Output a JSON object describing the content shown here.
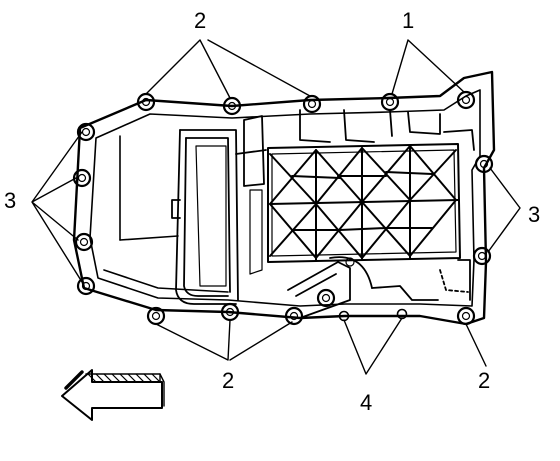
{
  "callouts": {
    "top_left": "2",
    "top_right": "1",
    "left": "3",
    "right": "3",
    "bottom_center": "2",
    "bottom_mid": "4",
    "bottom_right": "2"
  },
  "arrow": {
    "icon": "direction-arrow-icon",
    "points": "left"
  },
  "colors": {
    "ink": "#000000",
    "paper": "#ffffff"
  }
}
